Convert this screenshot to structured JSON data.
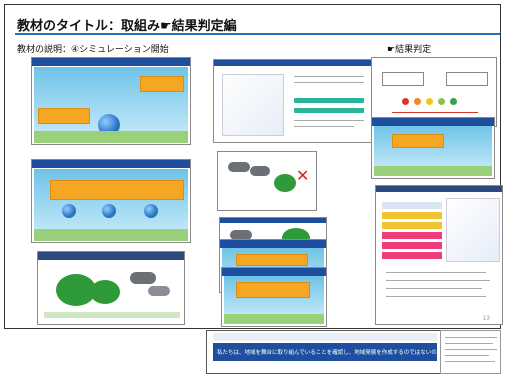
{
  "slide": {
    "title": "教材のタイトル：取組み☛結果判定編",
    "explanation_label": "教材の説明：④シミュレーション開始",
    "result_label": "☛結果判定",
    "page_number": "13"
  },
  "bottom_strip": {
    "caption": "私たちは、地域を舞台に取り組んでいることを確認し、地域発展を作成するのではないのではないか"
  },
  "colors": {
    "header_blue": "#1d4f9e",
    "accent_orange": "#f5a623",
    "title_rule": "#2a6ebb"
  }
}
